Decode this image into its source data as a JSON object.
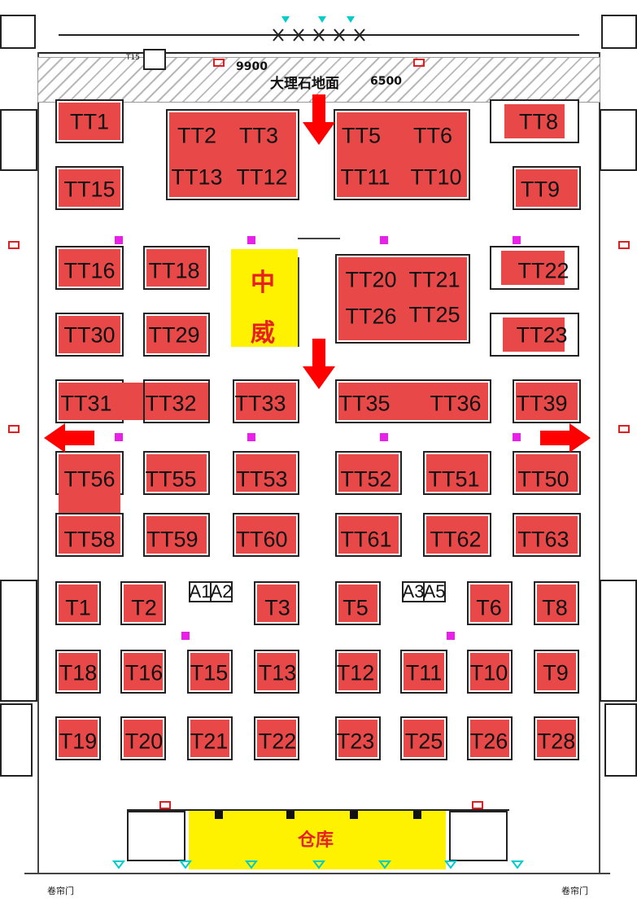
{
  "top_text": {
    "floor_label": "大理石地面",
    "dim_left": "9900",
    "dim_right": "6500",
    "small_tag": "T15"
  },
  "bottom_text": {
    "door_left": "卷帘门",
    "door_right": "卷帘门"
  },
  "zones": {
    "zhongwei_1": "中",
    "zhongwei_2": "威",
    "warehouse": "仓库"
  },
  "booths": [
    {
      "id": "TT1",
      "label": "TT1"
    },
    {
      "id": "TT2",
      "label": "TT2"
    },
    {
      "id": "TT3",
      "label": "TT3"
    },
    {
      "id": "TT13",
      "label": "TT13"
    },
    {
      "id": "TT12",
      "label": "TT12"
    },
    {
      "id": "TT5",
      "label": "TT5"
    },
    {
      "id": "TT6",
      "label": "TT6"
    },
    {
      "id": "TT11",
      "label": "TT11"
    },
    {
      "id": "TT10",
      "label": "TT10"
    },
    {
      "id": "TT8",
      "label": "TT8"
    },
    {
      "id": "TT15",
      "label": "TT15"
    },
    {
      "id": "TT9",
      "label": "TT9"
    },
    {
      "id": "TT16",
      "label": "TT16"
    },
    {
      "id": "TT18",
      "label": "TT18"
    },
    {
      "id": "TT20",
      "label": "TT20"
    },
    {
      "id": "TT21",
      "label": "TT21"
    },
    {
      "id": "TT26",
      "label": "TT26"
    },
    {
      "id": "TT25",
      "label": "TT25"
    },
    {
      "id": "TT22",
      "label": "TT22"
    },
    {
      "id": "TT30",
      "label": "TT30"
    },
    {
      "id": "TT29",
      "label": "TT29"
    },
    {
      "id": "TT23",
      "label": "TT23"
    },
    {
      "id": "TT31",
      "label": "TT31"
    },
    {
      "id": "TT32",
      "label": "TT32"
    },
    {
      "id": "TT33",
      "label": "TT33"
    },
    {
      "id": "TT35",
      "label": "TT35"
    },
    {
      "id": "TT36",
      "label": "TT36"
    },
    {
      "id": "TT39",
      "label": "TT39"
    },
    {
      "id": "TT56",
      "label": "TT56"
    },
    {
      "id": "TT55",
      "label": "TT55"
    },
    {
      "id": "TT53",
      "label": "TT53"
    },
    {
      "id": "TT52",
      "label": "TT52"
    },
    {
      "id": "TT51",
      "label": "TT51"
    },
    {
      "id": "TT50",
      "label": "TT50"
    },
    {
      "id": "TT58",
      "label": "TT58"
    },
    {
      "id": "TT59",
      "label": "TT59"
    },
    {
      "id": "TT60",
      "label": "TT60"
    },
    {
      "id": "TT61",
      "label": "TT61"
    },
    {
      "id": "TT62",
      "label": "TT62"
    },
    {
      "id": "TT63",
      "label": "TT63"
    },
    {
      "id": "T1",
      "label": "T1"
    },
    {
      "id": "T2",
      "label": "T2"
    },
    {
      "id": "A1",
      "label": "A1"
    },
    {
      "id": "A2",
      "label": "A2"
    },
    {
      "id": "T3",
      "label": "T3"
    },
    {
      "id": "T5",
      "label": "T5"
    },
    {
      "id": "A3",
      "label": "A3"
    },
    {
      "id": "A5",
      "label": "A5"
    },
    {
      "id": "T6",
      "label": "T6"
    },
    {
      "id": "T8",
      "label": "T8"
    },
    {
      "id": "T18",
      "label": "T18"
    },
    {
      "id": "T16",
      "label": "T16"
    },
    {
      "id": "T15",
      "label": "T15"
    },
    {
      "id": "T13",
      "label": "T13"
    },
    {
      "id": "T12",
      "label": "T12"
    },
    {
      "id": "T11",
      "label": "T11"
    },
    {
      "id": "T10",
      "label": "T10"
    },
    {
      "id": "T9",
      "label": "T9"
    },
    {
      "id": "T19",
      "label": "T19"
    },
    {
      "id": "T20",
      "label": "T20"
    },
    {
      "id": "T21",
      "label": "T21"
    },
    {
      "id": "T22",
      "label": "T22"
    },
    {
      "id": "T23",
      "label": "T23"
    },
    {
      "id": "T25",
      "label": "T25"
    },
    {
      "id": "T26",
      "label": "T26"
    },
    {
      "id": "T28",
      "label": "T28"
    }
  ],
  "colors": {
    "booth_fill": "#e84848",
    "arrow": "#ff0000",
    "zone_yellow": "#fff200",
    "marker": "#e820e8",
    "zone_text": "#e82020"
  }
}
